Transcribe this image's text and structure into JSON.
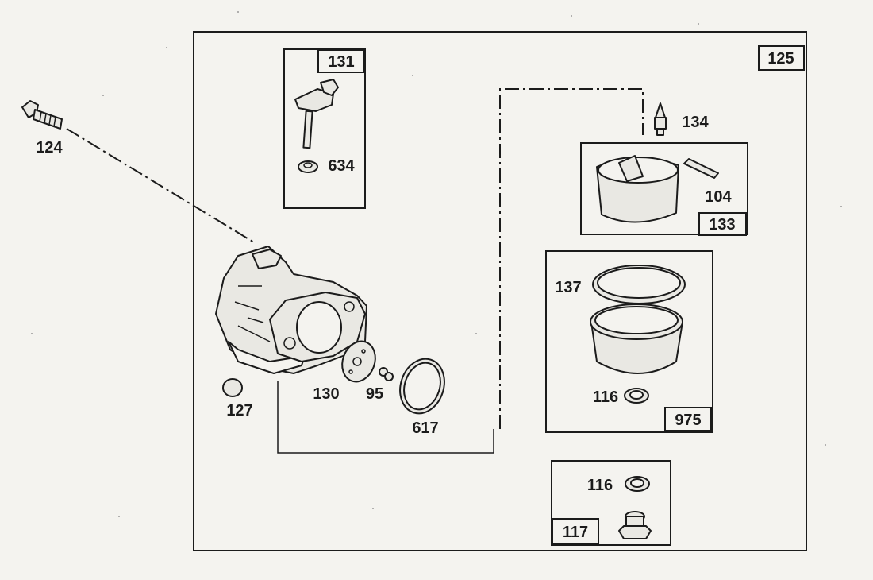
{
  "labels": {
    "assembly": "125",
    "bolt": "124",
    "lever_kit": "131",
    "bushing": "634",
    "plug": "127",
    "gasket": "130",
    "screws": "95",
    "oring": "617",
    "needle": "134",
    "pin": "104",
    "float_kit": "133",
    "float_oring": "137",
    "bowl_seal": "116",
    "bowl_kit": "975",
    "drain_seal": "116",
    "drain_kit": "117"
  }
}
